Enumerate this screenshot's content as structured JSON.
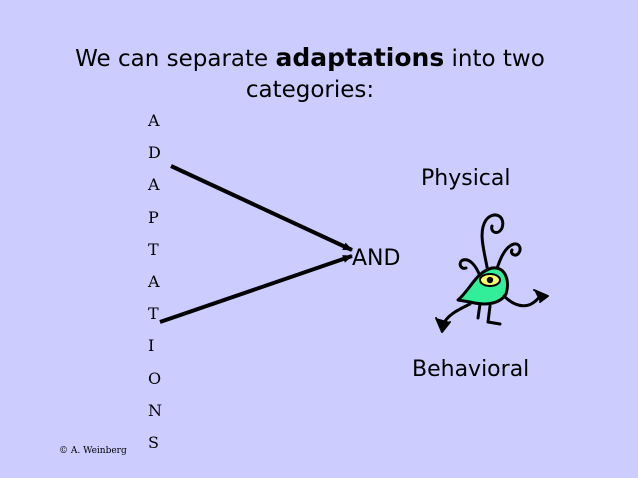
{
  "title": {
    "prefix": "We can separate ",
    "emphasis": "adaptations",
    "suffix": " into two",
    "line2": "categories:"
  },
  "vertical_letters": [
    "A",
    "D",
    "A",
    "P",
    "T",
    "A",
    "T",
    "I",
    "O",
    "N",
    "S"
  ],
  "labels": {
    "physical": "Physical",
    "and": "AND",
    "behavioral": "Behavioral"
  },
  "copyright": "© A. Weinberg",
  "colors": {
    "background": "#ccccff",
    "text": "#000000",
    "creature_body": "#33ee99"
  },
  "icons": {
    "arrows": "arrow-icon",
    "creature": "creature-clipart-icon"
  }
}
